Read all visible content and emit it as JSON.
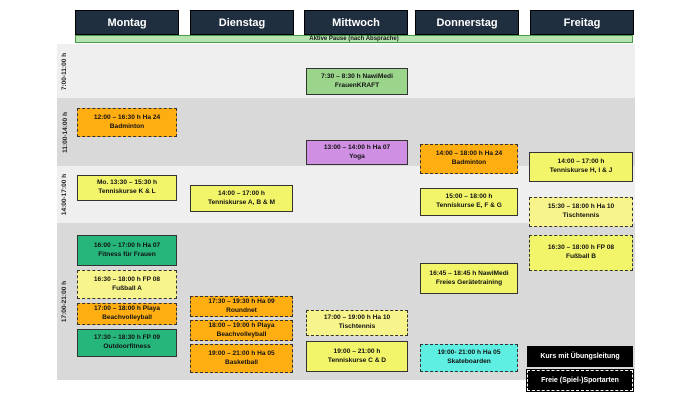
{
  "days": [
    "Montag",
    "Dienstag",
    "Mittwoch",
    "Donnerstag",
    "Freitag"
  ],
  "pause_label": "Aktive Pause (nach Absprache)",
  "time_bands": [
    {
      "label": "7:00-11:00 h"
    },
    {
      "label": "11:00-14:00 h"
    },
    {
      "label": "14:00-17:00 h"
    },
    {
      "label": "17:00-21:00 h"
    }
  ],
  "events": {
    "mi_frauenkraft": {
      "time": "7:30 – 8:30 h NawiMedi",
      "name": "FrauenKRAFT"
    },
    "mo_badminton": {
      "time": "12:00 – 16:30 h Ha 24",
      "name": "Badminton"
    },
    "mi_yoga": {
      "time": "13:00 – 14:00 h Ha 07",
      "name": "Yoga"
    },
    "do_badminton": {
      "time": "14:00 – 18:00 h Ha 24",
      "name": "Badminton"
    },
    "fr_tennis": {
      "time": "14:00 – 17:00 h",
      "name": "Tenniskurse H, I & J"
    },
    "mo_tennis": {
      "time": "Mo. 13:30 – 15:30 h",
      "name": "Tenniskurse K & L"
    },
    "di_tennis": {
      "time": "14:00 – 17:00 h",
      "name": "Tenniskurse A, B & M"
    },
    "do_tennis": {
      "time": "15:00 – 18:00 h",
      "name": "Tenniskurse E, F & G"
    },
    "fr_tischtennis": {
      "time": "15:30 – 18:00 h Ha 10",
      "name": "Tischtennis"
    },
    "fr_fussball": {
      "time": "16:30 – 18:00 h FP 08",
      "name": "Fußball B"
    },
    "mo_fitness": {
      "time": "16:00 – 17:00 h Ha 07",
      "name": "Fitness für Frauen"
    },
    "mo_fussball": {
      "time": "16:30 – 18:00 h FP 08",
      "name": "Fußball A"
    },
    "do_geraete": {
      "time": "16:45 – 18:45 h NawiMedi",
      "name": "Freies Gerätetraining"
    },
    "mo_beachvolley": {
      "time": "17:00 – 18:00 h Playa",
      "name": "Beachvolleyball"
    },
    "di_roundnet": {
      "time": "17:30 – 19:30 h Ha 09",
      "name": "Roundnet"
    },
    "di_beachvolley": {
      "time": "18:00 – 19:00 h Playa",
      "name": "Beachvolleyball"
    },
    "mi_tischtennis": {
      "time": "17:00 – 19:00 h Ha 10",
      "name": "Tischtennis"
    },
    "mo_outdoor": {
      "time": "17:30 – 18:30 h FP 09",
      "name": "Outdoorfitness"
    },
    "di_basketball": {
      "time": "19:00 – 21:00 h Ha 05",
      "name": "Basketball"
    },
    "mi_tennis": {
      "time": "19:00 – 21:00 h",
      "name": "Tenniskurse C & D"
    },
    "do_skate": {
      "time": "19:00- 21:00 h Ha 05",
      "name": "Skateboarden"
    }
  },
  "legend": {
    "course": "Kurs mit Übungsleitung",
    "free": "Freie (Spiel-)Sportarten"
  }
}
